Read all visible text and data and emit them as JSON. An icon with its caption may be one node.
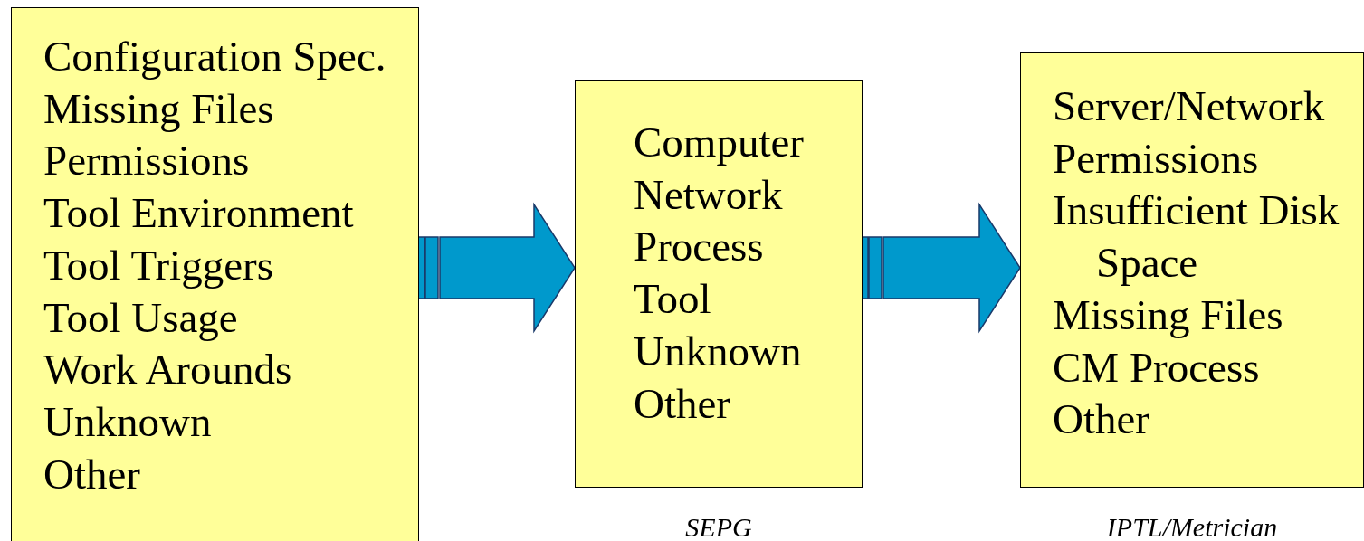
{
  "diagram": {
    "nodes": [
      {
        "text": [
          "Configuration Spec.",
          "Missing Files",
          "Permissions",
          "Tool Environment",
          "Tool Triggers",
          "Tool Usage",
          "Work Arounds",
          "Unknown",
          "Other"
        ]
      },
      {
        "text": [
          "Computer",
          "Network",
          "Process",
          "Tool",
          "Unknown",
          "Other"
        ],
        "beside": [
          "SEPG"
        ]
      },
      {
        "text": [
          "Server/Network",
          "Permissions",
          "Insufficient Disk Space",
          "Missing Files",
          "CM Process",
          "Other"
        ],
        "beside": [
          "IPTL/Metrician"
        ]
      }
    ],
    "edges": [
      {
        "from": 0,
        "to": 1,
        "arrow": "to"
      },
      {
        "from": 1,
        "to": 2,
        "arrow": "to"
      }
    ]
  }
}
